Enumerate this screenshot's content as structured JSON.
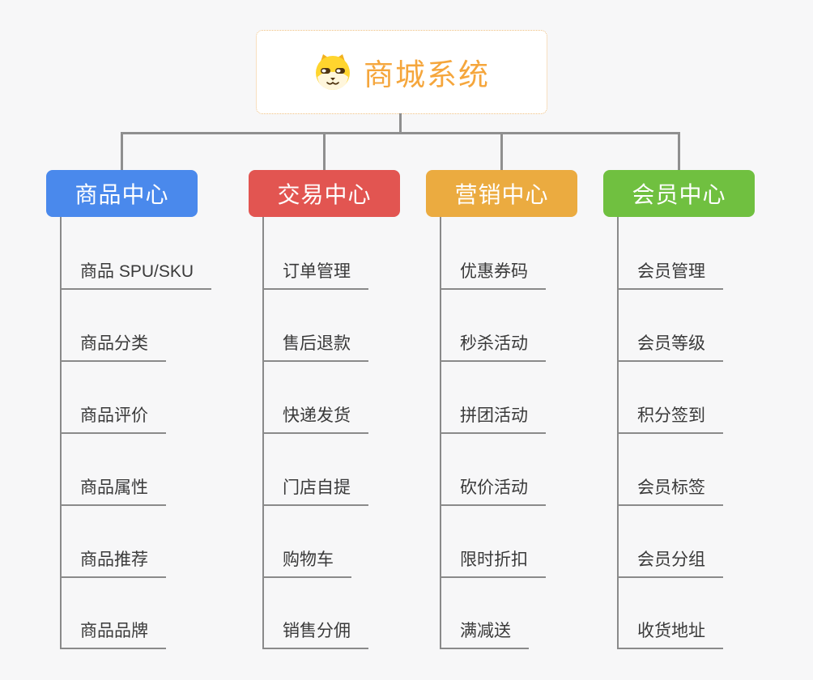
{
  "root": {
    "title": "商城系统",
    "icon": "shiba-dog-icon",
    "accent_color": "#F5A63C",
    "border_color": "#F0C080"
  },
  "colors": {
    "background": "#F7F7F8",
    "connector": "#8F8F8F",
    "item_text": "#3A3A3A",
    "item_underline": "#8A8A8A"
  },
  "branches": [
    {
      "label": "商品中心",
      "color": "#4A89EC",
      "items": [
        "商品 SPU/SKU",
        "商品分类",
        "商品评价",
        "商品属性",
        "商品推荐",
        "商品品牌"
      ]
    },
    {
      "label": "交易中心",
      "color": "#E25551",
      "items": [
        "订单管理",
        "售后退款",
        "快递发货",
        "门店自提",
        "购物车",
        "销售分佣"
      ]
    },
    {
      "label": "营销中心",
      "color": "#EBAB40",
      "items": [
        "优惠券码",
        "秒杀活动",
        "拼团活动",
        "砍价活动",
        "限时折扣",
        "满减送"
      ]
    },
    {
      "label": "会员中心",
      "color": "#70C040",
      "items": [
        "会员管理",
        "会员等级",
        "积分签到",
        "会员标签",
        "会员分组",
        "收货地址"
      ]
    }
  ]
}
